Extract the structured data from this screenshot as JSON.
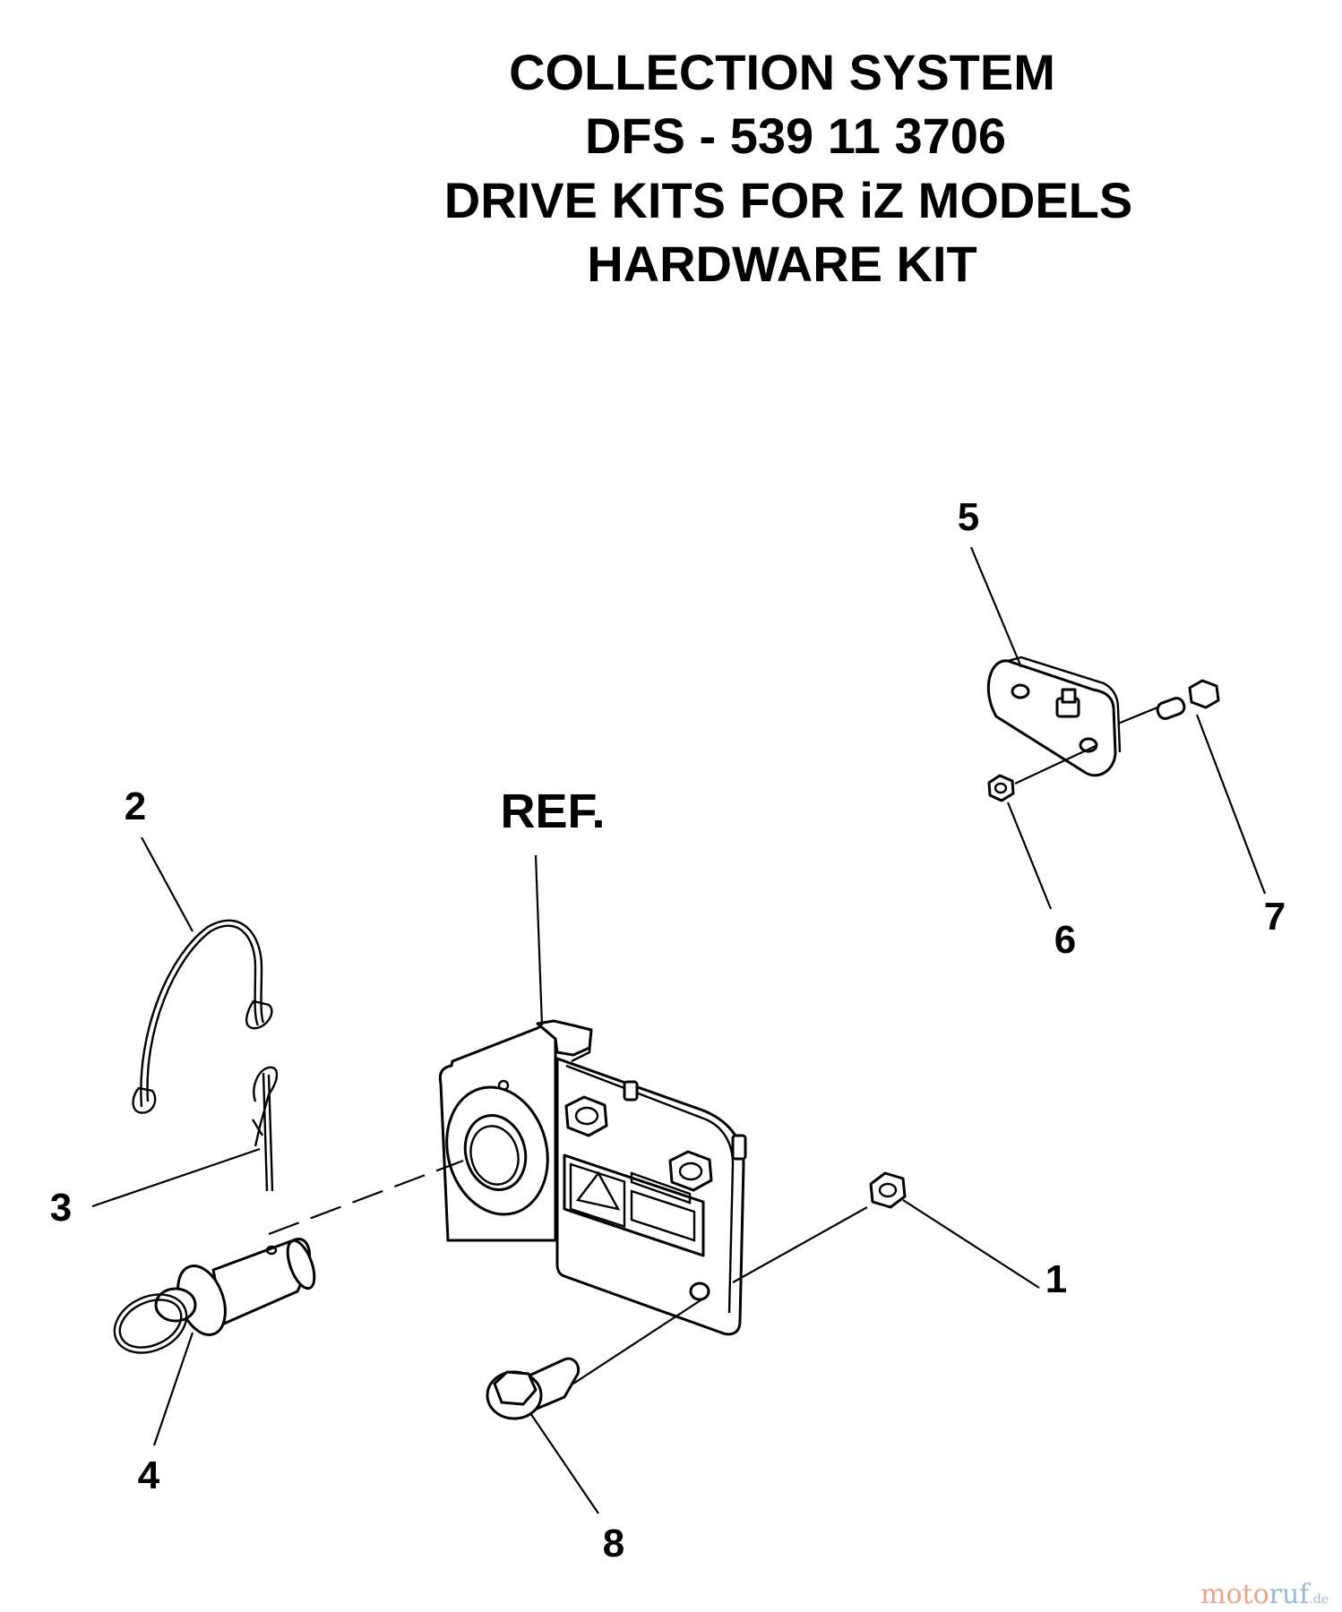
{
  "title": {
    "line1": "COLLECTION SYSTEM",
    "line2": "DFS - 539 11 3706",
    "line3": "DRIVE KITS FOR iZ MODELS",
    "line4": "HARDWARE KIT"
  },
  "ref_label": "REF.",
  "callouts": [
    "1",
    "2",
    "3",
    "4",
    "5",
    "6",
    "7",
    "8"
  ],
  "watermark": {
    "part_a": "moto",
    "part_b": "ruf",
    "suffix": ".de"
  }
}
